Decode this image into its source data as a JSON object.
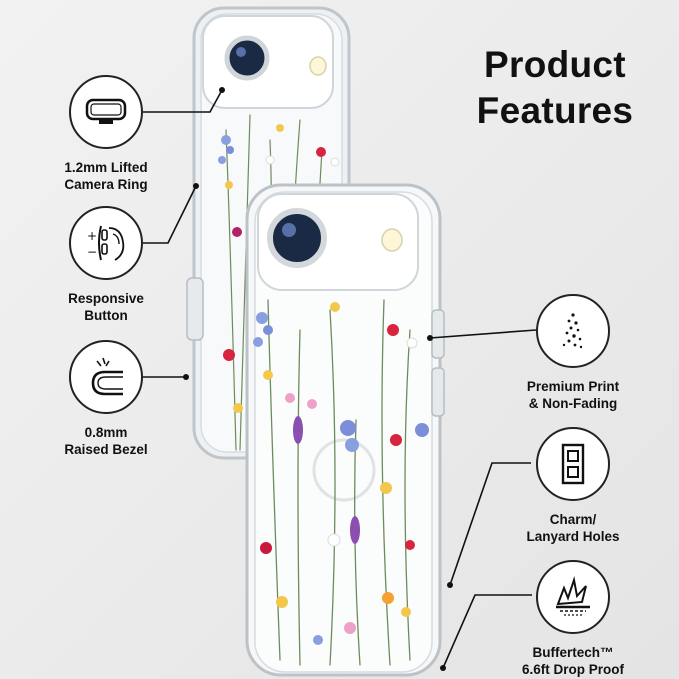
{
  "heading": {
    "line1": "Product",
    "line2": "Features"
  },
  "features": {
    "left": [
      {
        "label": "1.2mm Lifted\nCamera Ring",
        "icon": "camera-ring-icon"
      },
      {
        "label": "Responsive\nButton",
        "icon": "button-icon"
      },
      {
        "label": "0.8mm\nRaised Bezel",
        "icon": "bezel-icon"
      }
    ],
    "right": [
      {
        "label": "Premium Print\n& Non-Fading",
        "icon": "print-dots-icon"
      },
      {
        "label": "Charm/\nLanyard Holes",
        "icon": "lanyard-hole-icon"
      },
      {
        "label": "Buffertech™\n6.6ft Drop Proof",
        "icon": "drop-proof-icon"
      }
    ]
  },
  "colors": {
    "background": "#ececec",
    "text": "#111111",
    "line": "#111111"
  }
}
